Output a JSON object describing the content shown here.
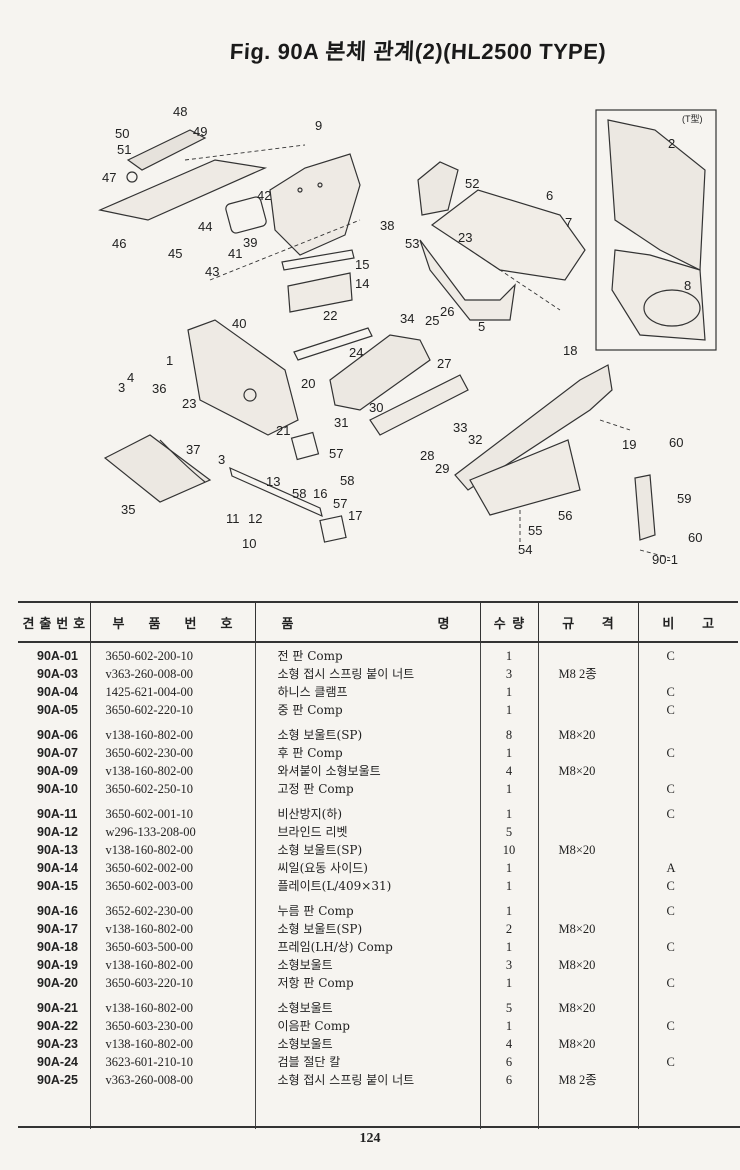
{
  "title": "Fig. 90A 본체 관계(2)(HL2500 TYPE)",
  "diagram": {
    "inset_label": "(T型)",
    "callouts": [
      "48",
      "49",
      "50",
      "51",
      "47",
      "46",
      "44",
      "45",
      "43",
      "9",
      "42",
      "39",
      "41",
      "15",
      "14",
      "38",
      "52",
      "6",
      "7",
      "53",
      "23",
      "40",
      "22",
      "34",
      "25",
      "26",
      "5",
      "2",
      "8",
      "1",
      "3",
      "4",
      "36",
      "23",
      "24",
      "20",
      "27",
      "18",
      "31",
      "30",
      "33",
      "32",
      "19",
      "60",
      "37",
      "3",
      "21",
      "57",
      "58",
      "28",
      "29",
      "35",
      "13",
      "58",
      "16",
      "57",
      "17",
      "11",
      "12",
      "10",
      "55",
      "56",
      "54",
      "59",
      "60",
      "90-1"
    ]
  },
  "table": {
    "headers": {
      "index": [
        "견",
        "출",
        "번",
        "호"
      ],
      "part_no": [
        "부",
        "품",
        "번",
        "호"
      ],
      "name": [
        "품",
        "명"
      ],
      "qty": [
        "수",
        "량"
      ],
      "spec": [
        "규",
        "격"
      ],
      "remark": [
        "비",
        "고"
      ]
    },
    "rows": [
      {
        "index": "90A-01",
        "part_no": "3650-602-200-10",
        "name": "전 판 Comp",
        "qty": "1",
        "spec": "",
        "remark": "C"
      },
      {
        "index": "90A-03",
        "part_no": "v363-260-008-00",
        "name": "소형 접시 스프링 붙이 너트",
        "qty": "3",
        "spec": "M8 2종",
        "remark": ""
      },
      {
        "index": "90A-04",
        "part_no": "1425-621-004-00",
        "name": "하니스 클램프",
        "qty": "1",
        "spec": "",
        "remark": "C"
      },
      {
        "index": "90A-05",
        "part_no": "3650-602-220-10",
        "name": "중 판 Comp",
        "qty": "1",
        "spec": "",
        "remark": "C"
      },
      {
        "index": "90A-06",
        "part_no": "v138-160-802-00",
        "name": "소형 보울트(SP)",
        "qty": "8",
        "spec": "M8×20",
        "remark": ""
      },
      {
        "index": "90A-07",
        "part_no": "3650-602-230-00",
        "name": "후 판 Comp",
        "qty": "1",
        "spec": "",
        "remark": "C"
      },
      {
        "index": "90A-09",
        "part_no": "v138-160-802-00",
        "name": "와셔붙이 소형보울트",
        "qty": "4",
        "spec": "M8×20",
        "remark": ""
      },
      {
        "index": "90A-10",
        "part_no": "3650-602-250-10",
        "name": "고정 판 Comp",
        "qty": "1",
        "spec": "",
        "remark": "C"
      },
      {
        "index": "90A-11",
        "part_no": "3650-602-001-10",
        "name": "비산방지(하)",
        "qty": "1",
        "spec": "",
        "remark": "C"
      },
      {
        "index": "90A-12",
        "part_no": "w296-133-208-00",
        "name": "브라인드 리벳",
        "qty": "5",
        "spec": "",
        "remark": ""
      },
      {
        "index": "90A-13",
        "part_no": "v138-160-802-00",
        "name": "소형 보울트(SP)",
        "qty": "10",
        "spec": "M8×20",
        "remark": ""
      },
      {
        "index": "90A-14",
        "part_no": "3650-602-002-00",
        "name": "씨일(요동 사이드)",
        "qty": "1",
        "spec": "",
        "remark": "A"
      },
      {
        "index": "90A-15",
        "part_no": "3650-602-003-00",
        "name": "플레이트(L/409×31)",
        "qty": "1",
        "spec": "",
        "remark": "C"
      },
      {
        "index": "90A-16",
        "part_no": "3652-602-230-00",
        "name": "누름 판 Comp",
        "qty": "1",
        "spec": "",
        "remark": "C"
      },
      {
        "index": "90A-17",
        "part_no": "v138-160-802-00",
        "name": "소형 보울트(SP)",
        "qty": "2",
        "spec": "M8×20",
        "remark": ""
      },
      {
        "index": "90A-18",
        "part_no": "3650-603-500-00",
        "name": "프레임(LH/상) Comp",
        "qty": "1",
        "spec": "",
        "remark": "C"
      },
      {
        "index": "90A-19",
        "part_no": "v138-160-802-00",
        "name": "소형보울트",
        "qty": "3",
        "spec": "M8×20",
        "remark": ""
      },
      {
        "index": "90A-20",
        "part_no": "3650-603-220-10",
        "name": "저항 판 Comp",
        "qty": "1",
        "spec": "",
        "remark": "C"
      },
      {
        "index": "90A-21",
        "part_no": "v138-160-802-00",
        "name": "소형보울트",
        "qty": "5",
        "spec": "M8×20",
        "remark": ""
      },
      {
        "index": "90A-22",
        "part_no": "3650-603-230-00",
        "name": "이음판 Comp",
        "qty": "1",
        "spec": "",
        "remark": "C"
      },
      {
        "index": "90A-23",
        "part_no": "v138-160-802-00",
        "name": "소형보울트",
        "qty": "4",
        "spec": "M8×20",
        "remark": ""
      },
      {
        "index": "90A-24",
        "part_no": "3623-601-210-10",
        "name": "검블 절단 칼",
        "qty": "6",
        "spec": "",
        "remark": "C"
      },
      {
        "index": "90A-25",
        "part_no": "v363-260-008-00",
        "name": "소형 접시 스프링 붙이 너트",
        "qty": "6",
        "spec": "M8 2종",
        "remark": ""
      }
    ]
  },
  "page_number": "124"
}
